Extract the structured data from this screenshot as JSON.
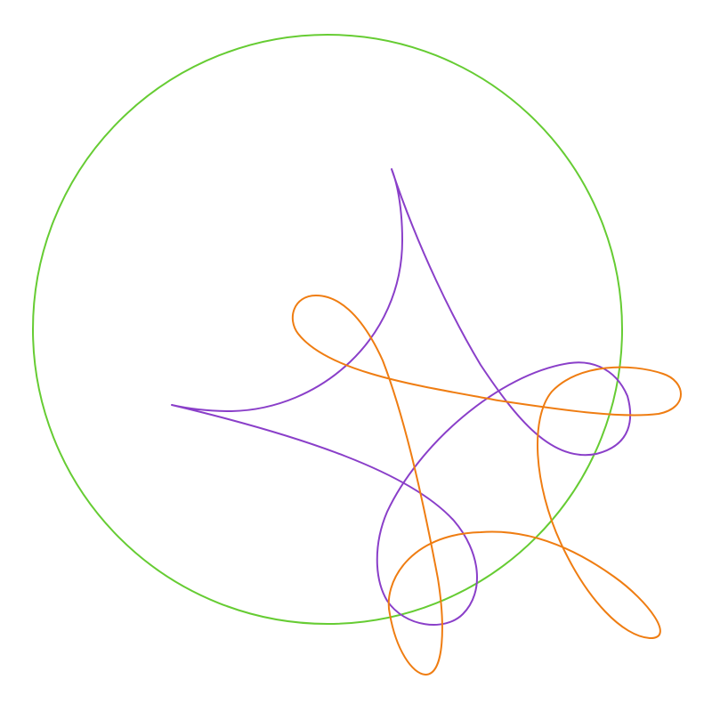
{
  "diagram": {
    "background": "#ffffff",
    "curves": [
      {
        "id": "green-circle",
        "name": "green-circle-curve",
        "color": "#66cc33",
        "shape": "circle"
      },
      {
        "id": "purple-loop",
        "name": "purple-looping-curve",
        "color": "#8a3fc9",
        "shape": "looping-spirograph"
      },
      {
        "id": "orange-loop",
        "name": "orange-looping-curve",
        "color": "#ef7d12",
        "shape": "looping-spirograph"
      }
    ]
  }
}
